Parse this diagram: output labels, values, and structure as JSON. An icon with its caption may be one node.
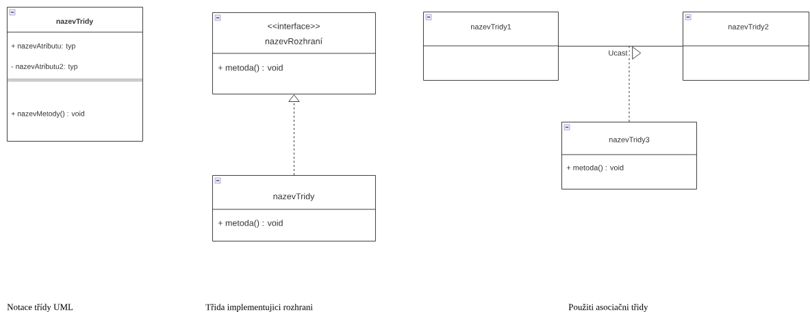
{
  "diagram": {
    "nodes": [
      {
        "text": [
          "nazevTridy",
          "+ nazevAtributu: typ",
          "- nazevAtributu2: typ",
          "+ nazevMetody() : void"
        ]
      },
      {
        "text": [
          "<<interface>>",
          "nazevRozhraní",
          "+ metoda() : void"
        ]
      },
      {
        "text": [
          "nazevTridy",
          "+ metoda() : void"
        ]
      },
      {
        "text": [
          "nazevTridy1"
        ]
      },
      {
        "text": [
          "nazevTridy2"
        ]
      },
      {
        "text": [
          "nazevTridy3",
          "+ metoda() : void"
        ]
      }
    ],
    "edges": [
      {
        "from": 2,
        "to": 1,
        "arrow": "to",
        "style": "dashed"
      },
      {
        "from": 3,
        "to": 4,
        "arrow": "none",
        "label": "Ucast"
      },
      {
        "from": 5,
        "to": null,
        "arrow": "none",
        "style": "dashed"
      }
    ],
    "labels": [
      "Notace třídy UML",
      "Třida implementujici rozhrani",
      "Použiti asociačni třidy"
    ]
  }
}
